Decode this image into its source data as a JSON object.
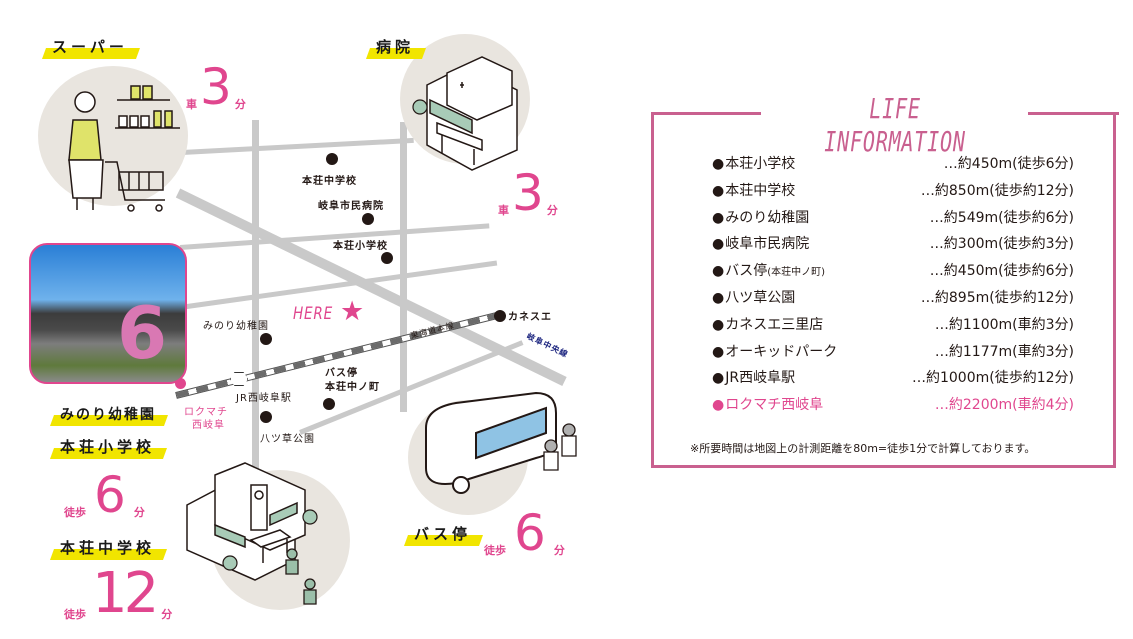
{
  "map": {
    "here_label": "HERE",
    "railway_label": "東海道本線",
    "road_label": "岐阜中央線",
    "station_jr": "JR西岐阜駅",
    "station_rokumachi": [
      "ロクマチ",
      "西岐阜"
    ],
    "spots": [
      {
        "label": "本荘中学校"
      },
      {
        "label": "岐阜市民病院"
      },
      {
        "label": "本荘小学校"
      },
      {
        "label": "みのり幼稚園"
      },
      {
        "label": "カネスエ"
      },
      {
        "label": "バス停"
      },
      {
        "label": "本荘中ノ町"
      },
      {
        "label": "八ツ草公園"
      }
    ]
  },
  "callouts": {
    "supermarket": {
      "tag": "スーパー",
      "mode": "車",
      "time": "3",
      "unit": "分"
    },
    "hospital": {
      "tag": "病院",
      "mode": "車",
      "time": "3",
      "unit": "分"
    },
    "kindergarten": {
      "tag": "みのり幼稚園"
    },
    "elementary": {
      "tag": "本荘小学校",
      "mode": "徒歩",
      "time": "6",
      "unit": "分"
    },
    "junior_high": {
      "tag": "本荘中学校",
      "mode": "徒歩",
      "time": "12",
      "unit": "分"
    },
    "bus_stop": {
      "tag": "バス停",
      "mode": "徒歩",
      "time": "6",
      "unit": "分"
    }
  },
  "info": {
    "title": "LIFE INFORMATION",
    "rows": [
      {
        "name": "本荘小学校",
        "sub": "",
        "distance": "…約450m(徒歩6分)",
        "highlight": false
      },
      {
        "name": "本荘中学校",
        "sub": "",
        "distance": "…約850m(徒歩約12分)",
        "highlight": false
      },
      {
        "name": "みのり幼稚園",
        "sub": "",
        "distance": "…約549m(徒歩約6分)",
        "highlight": false
      },
      {
        "name": "岐阜市民病院",
        "sub": "",
        "distance": "…約300m(徒歩約3分)",
        "highlight": false
      },
      {
        "name": "バス停",
        "sub": "(本荘中ノ町)",
        "distance": "…約450m(徒歩約6分)",
        "highlight": false
      },
      {
        "name": "八ツ草公園",
        "sub": "",
        "distance": "…約895m(徒歩約12分)",
        "highlight": false
      },
      {
        "name": "カネスエ三里店",
        "sub": "",
        "distance": "…約1100m(車約3分)",
        "highlight": false
      },
      {
        "name": "オーキッドパーク",
        "sub": "",
        "distance": "…約1177m(車約3分)",
        "highlight": false
      },
      {
        "name": "JR西岐阜駅",
        "sub": "",
        "distance": "…約1000m(徒歩約12分)",
        "highlight": false
      },
      {
        "name": "ロクマチ西岐阜",
        "sub": "",
        "distance": "…約2200m(車約4分)",
        "highlight": true
      }
    ],
    "note": "※所要時間は地図上の計測距離を80m=徒歩1分で計算しております。"
  },
  "colors": {
    "accent_pink": "#e0468e",
    "border_pink": "#c9608f",
    "tag_yellow": "#f1e500",
    "road_gray": "#c9c9c9"
  }
}
